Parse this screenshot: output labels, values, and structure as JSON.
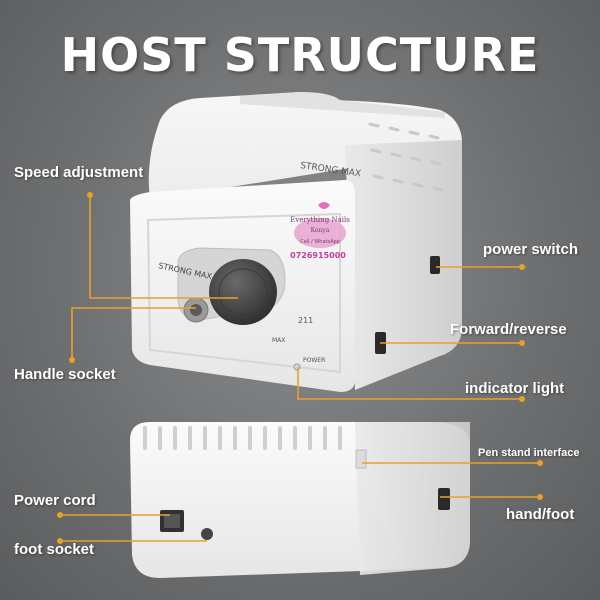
{
  "title": "HOST STRUCTURE",
  "labels": {
    "speed_adjustment": "Speed adjustment",
    "handle_socket": "Handle socket",
    "power_switch": "power switch",
    "forward_reverse": "Forward/reverse",
    "indicator_light": "indicator light",
    "pen_stand_interface": "Pen stand interface",
    "power_cord": "Power cord",
    "hand_foot": "hand/foot",
    "foot_socket": "foot socket"
  },
  "device": {
    "brand_top": "STRONG MAX",
    "brand_front": "STRONG MAX",
    "model": "211",
    "knob_max": "MAX",
    "power_led": "POWER"
  },
  "watermark": {
    "line1": "Everything Nails",
    "line2": "Kenya",
    "line3": "Call / WhatsApp",
    "phone": "0726915000"
  },
  "colors": {
    "callout": "#e8a227",
    "background": "#6e7072",
    "device": "#f3f3f3"
  }
}
